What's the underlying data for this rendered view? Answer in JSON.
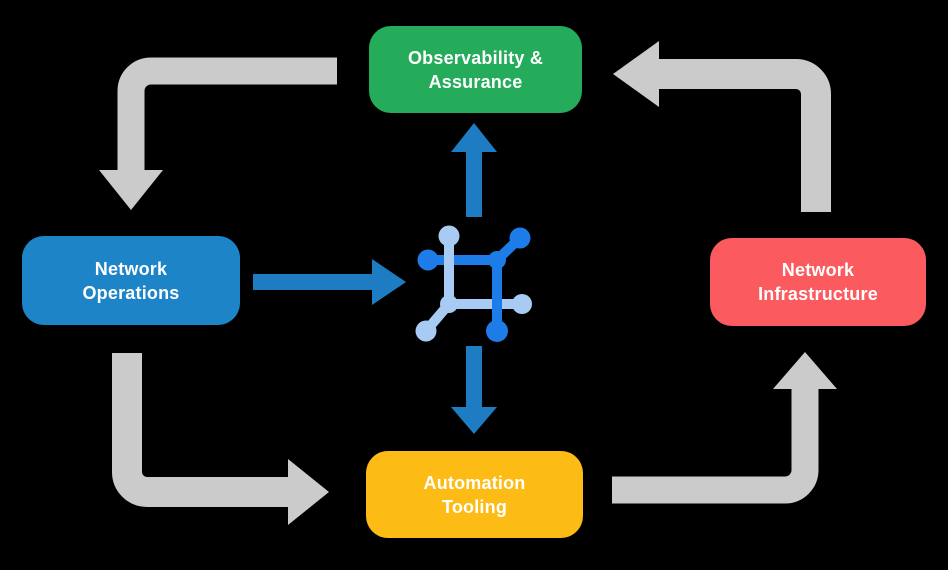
{
  "diagram": {
    "type": "cycle-flow-diagram",
    "center_icon": "network-platform-icon",
    "boxes": {
      "observability": {
        "line1": "Observability &",
        "line2": "Assurance"
      },
      "operations": {
        "line1": "Network",
        "line2": "Operations"
      },
      "infrastructure": {
        "line1": "Network",
        "line2": "Infrastructure"
      },
      "automation": {
        "line1": "Automation",
        "line2": "Tooling"
      }
    },
    "flows": [
      {
        "from": "observability",
        "to": "network-operations",
        "style": "gray"
      },
      {
        "from": "network-operations",
        "to": "automation-tooling",
        "style": "gray"
      },
      {
        "from": "automation-tooling",
        "to": "network-infrastructure",
        "style": "gray"
      },
      {
        "from": "network-infrastructure",
        "to": "observability",
        "style": "gray"
      },
      {
        "from": "network-operations",
        "to": "platform-core",
        "style": "blue"
      },
      {
        "from": "platform-core",
        "to": "observability",
        "style": "blue"
      },
      {
        "from": "platform-core",
        "to": "automation-tooling",
        "style": "blue"
      }
    ]
  },
  "colors": {
    "background": "#000000",
    "green": "#25AC5B",
    "blue": "#1E84C8",
    "red": "#FB5A5E",
    "yellow": "#FCBC15",
    "arrow_gray": "#CBCBCB",
    "arrow_blue": "#1E7DC2",
    "icon_dark_blue": "#1E7CE8",
    "icon_light_blue": "#A8CBF3",
    "text": "#FFFFFF"
  }
}
